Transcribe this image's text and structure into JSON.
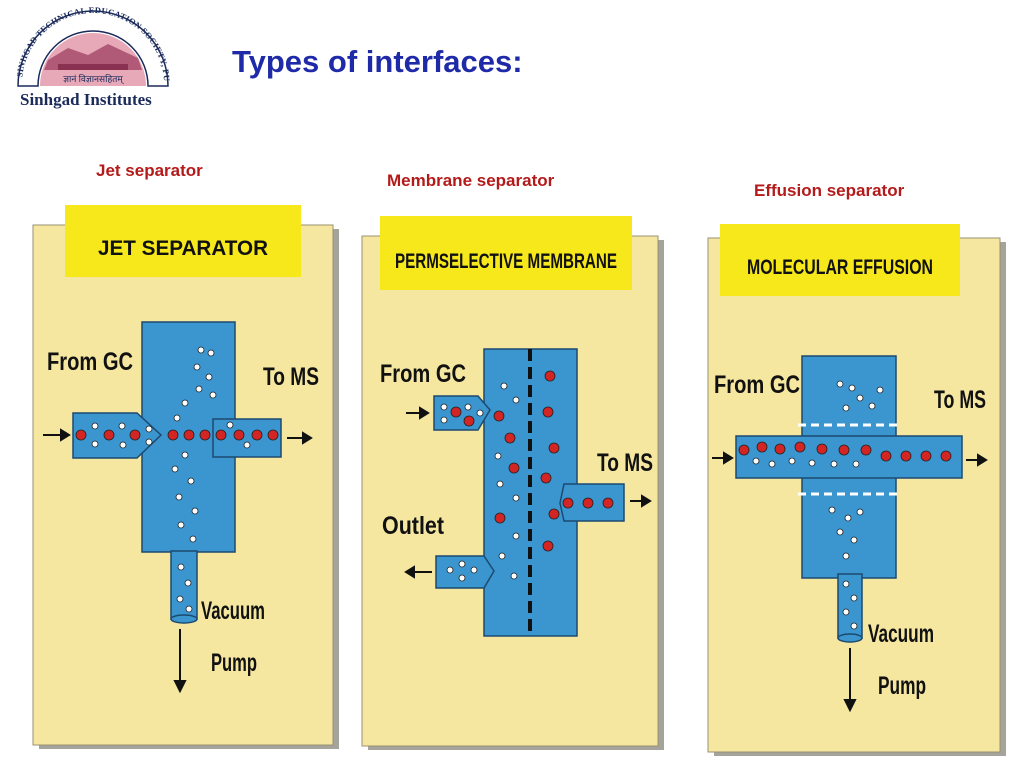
{
  "logo": {
    "name": "Sinhgad Institutes",
    "arc_text": "SINHGAD TECHNICAL EDUCATION SOCIETY, PUNE"
  },
  "title": "Types of interfaces:",
  "panels": [
    {
      "caption": "Jet separator",
      "banner": "JET SEPARATOR",
      "labels": {
        "from": "From GC",
        "to": "To MS",
        "vacuum": "Vacuum",
        "pump": "Pump"
      }
    },
    {
      "caption": "Membrane separator",
      "banner": "PERMSELECTIVE MEMBRANE",
      "labels": {
        "from": "From GC",
        "to": "To MS",
        "outlet": "Outlet"
      }
    },
    {
      "caption": "Effusion separator",
      "banner": "MOLECULAR EFFUSION",
      "labels": {
        "from": "From GC",
        "to": "To MS",
        "vacuum": "Vacuum",
        "pump": "Pump"
      }
    }
  ],
  "colors": {
    "panel_bg": "#f5e7a0",
    "banner": "#f7e81b",
    "chamber": "#3b95cf",
    "red_molecule": "#d42525",
    "white_molecule": "#ffffff",
    "title": "#1f2aa8",
    "caption": "#b51a1a"
  }
}
